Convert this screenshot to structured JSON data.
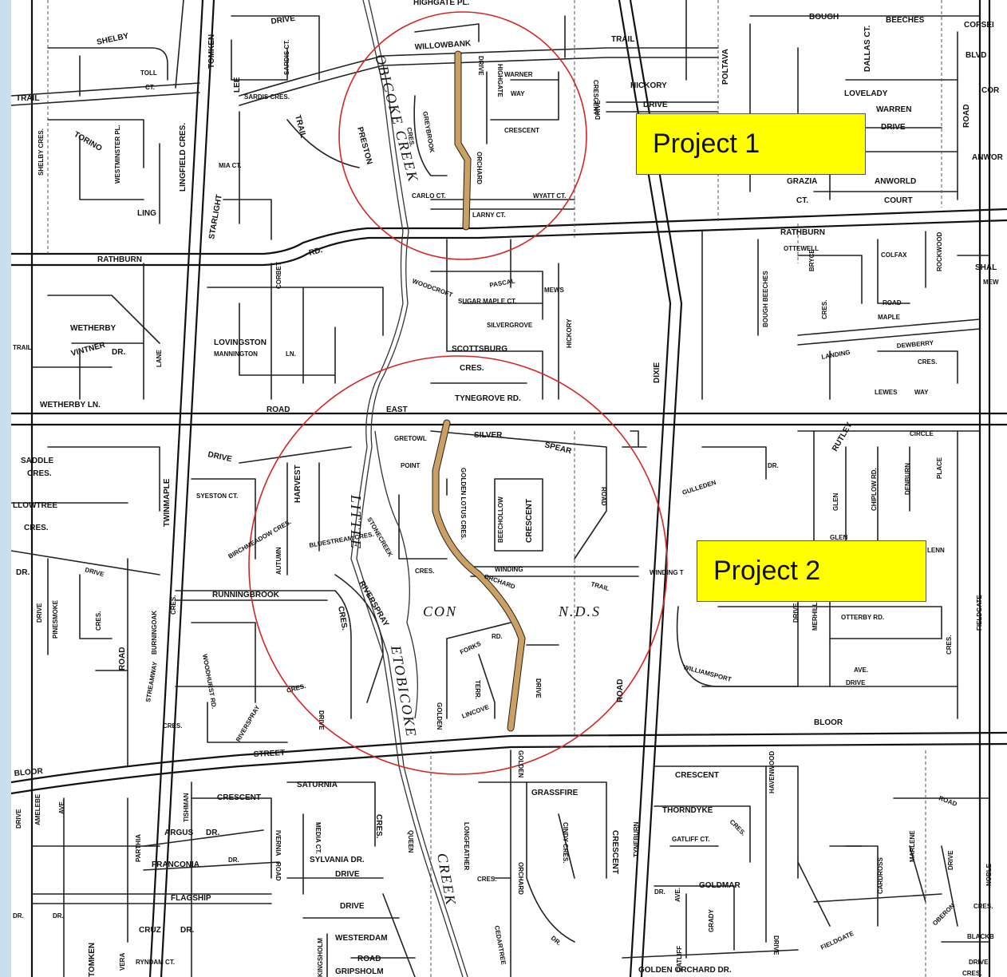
{
  "map": {
    "callouts": {
      "project1": "Project 1",
      "project2": "Project 2"
    },
    "creeks": {
      "little_stonecreek_1": "LITTLE",
      "little_stonecreek_2": "STONECREEK",
      "etobicoke_creek_upper": "OBICOKE CREEK",
      "etobicoke_lower": "ETOBICOKE",
      "creek_lower": "CREEK",
      "con_winds_1": "CON",
      "con_winds_2": "N.D.S"
    },
    "streets": {
      "highgate": "HIGHGATE PL.",
      "willowbank": "WILLOWBANK",
      "trail_top": "TRAIL",
      "drive_top": "DRIVE",
      "hickory": "HICKORY",
      "hickory_drive": "DRIVE",
      "poltava": "POLTAVA",
      "bough": "BOUGH",
      "beeches": "BEECHES",
      "copse": "COPSEI",
      "blvd": "BLVD",
      "dallas": "DALLAS CT.",
      "lovelady": "LOVELADY",
      "warren": "WARREN",
      "warren_drive": "DRIVE",
      "road_right": "ROAD",
      "anworld": "ANWORLD",
      "anworld_court": "COURT",
      "anwor": "ANWOR",
      "grazia": "GRAZIA",
      "grazia_ct": "CT.",
      "cor": "COR",
      "shelby": "SHELBY",
      "toll": "TOLL",
      "toll_ct": "CT.",
      "tomken": "TOMKEN",
      "trail_left": "TRAIL",
      "torino": "TORINO",
      "shelby_cres": "SHELBY CRES.",
      "westminster": "WESTMINSTER PL.",
      "lingfield": "LINGFIELD CRES.",
      "ling": "LING",
      "mia": "MIA CT.",
      "starlight": "STARLIGHT",
      "lee": "LEE",
      "sardis": "SARDIS CRES.",
      "sardis_ct": "SARDIS CT.",
      "preston": "PRESTON",
      "preston_trail": "TRAIL",
      "greybrook": "GREYBROOK",
      "greybrook_cres": "CRES.",
      "highgate_ct": "HIGHGATE",
      "warner": "WARNER",
      "way": "WAY",
      "crescent_p1": "CRESCENT",
      "orchard_p1": "ORCHARD",
      "drive_p1": "DRIVE",
      "carlo": "CARLO CT.",
      "larny": "LARNY CT.",
      "wyatt": "WYATT CT.",
      "rathburn_left": "RATHBURN",
      "rathburn_rd": "RD.",
      "rathburn_right": "RATHBURN",
      "ottewell": "OTTEWELL",
      "bryce": "BRYCE",
      "colfax": "COLFAX",
      "rockwood": "ROCKWOOD",
      "shale": "SHAL",
      "mew": "MEW",
      "maple_road": "ROAD",
      "maple": "MAPLE",
      "dewberry": "DEWBERRY",
      "dewberry_cres": "CRES.",
      "landing": "LANDING",
      "lewes": "LEWES",
      "lewes_way": "WAY",
      "bough_beeches": "BOUGH BEECHES",
      "ottewell_cres": "CRES.",
      "dixie": "DIXIE",
      "hickory_v": "HICKORY",
      "sugar_maple": "SUGAR MAPLE CT.",
      "silvergrove": "SILVERGROVE",
      "scottsburg": "SCOTTSBURG",
      "scottsburg_cres": "CRES.",
      "tynegrove": "TYNEGROVE RD.",
      "pascal": "PASCAL",
      "woodcroft": "WOODCROFT",
      "mews": "MEWS",
      "corbet": "CORBET",
      "lovingston": "LOVINGSTON",
      "mannington": "MANNINGTON",
      "mannington_ln": "LN.",
      "wetherby": "WETHERBY",
      "wetherby_ln": "WETHERBY LN.",
      "vintner": "VINTNER",
      "vintner_dr": "DR.",
      "lane": "LANE",
      "trail_left2": "TRAIL",
      "road_east": "ROAD",
      "east": "EAST",
      "silver": "SILVER",
      "spear": "SPEAR",
      "road_spear": "ROAD",
      "gulleden": "GULLEDEN",
      "gulleden_dr": "DR.",
      "rutley": "RUTLEY",
      "circle": "CIRCLE",
      "chiplow": "CHIPLOW RD.",
      "denburn": "DENBURN",
      "place": "PLACE",
      "glen": "GLEN",
      "glenn": "LENN",
      "fieldgate": "FIELDGATE",
      "saddle": "SADDLE",
      "saddle_cres": "CRES.",
      "willowtree": "LLOWTREE",
      "willowtree_cres": "CRES.",
      "twinmaple": "TWINMAPLE",
      "drive_harvest": "DRIVE",
      "harvest": "HARVEST",
      "syeston": "SYESTON CT.",
      "bluestream": "BLUESTREAM CRES.",
      "birchmeadow": "BIRCHMEADOW CRES.",
      "autumn": "AUTUMN",
      "gretowl": "GRETOWL",
      "point": "POINT",
      "golden_lotus": "GOLDEN LOTUS CRES.",
      "beechollow": "BEECHOLLOW",
      "crescent_p2": "CRESCENT",
      "cres_p2": "CRES.",
      "winding": "WINDING",
      "trail_p2": "TRAIL",
      "orchard_p2": "ORCHARD",
      "winding_t": "WINDING T",
      "runningbrook": "RUNNINGBROOK",
      "riverspray": "RIVERSPRAY",
      "riverspray_cres": "CRES.",
      "burningoak": "BURNINGOAK",
      "woodhurst": "WOODHURST RD.",
      "forks": "FORKS",
      "forks_rd": "RD.",
      "golden_p2": "GOLDEN",
      "drive_p2": "DRIVE",
      "lincove": "LINCOVE",
      "terr": "TERR.",
      "road_dixie": "ROAD",
      "otterby": "OTTERBY RD.",
      "ave": "AVE.",
      "drive_ave": "DRIVE",
      "williamsport": "WILLIAMSPORT",
      "merhill": "MERHILL",
      "dr_gl": "DRIVE",
      "cres_right": "CRES.",
      "streamway": "STREAMWAY",
      "streamway_cres": "CRES.",
      "riverspray_dr": "RIVERSPRAY",
      "cres_riverspray2": "CRES.",
      "drive_riv": "DRIVE",
      "street": "STREET",
      "bloor_left": "BLOOR",
      "bloor_right": "BLOOR",
      "road_left": "ROAD",
      "drive_left": "DRIVE",
      "pinesmoke": "PINESMOKE",
      "cres_left": "CRES.",
      "amelebe": "AMELEBE",
      "ave_left": "AVE.",
      "tishman": "TISHMAN",
      "crescent_bot": "CRESCENT",
      "saturnia": "SATURNIA",
      "ivernia": "IVERNIA",
      "argus": "ARGUS",
      "argus_dr": "DR.",
      "parthia": "PARTHIA",
      "franconia": "FRANCONIA",
      "franconia_dr": "DR.",
      "sylvania": "SYLVANIA DR.",
      "sylvania_drive": "DRIVE",
      "road_bot": "ROAD",
      "media": "MEDIA CT.",
      "cres_bot": "CRES.",
      "flagship": "FLAGSHIP",
      "flagship_drive": "DRIVE",
      "cruz": "CRUZ",
      "cruz_dr": "DR.",
      "tomken_bot": "TOMKEN",
      "vera": "VERA",
      "ryndam": "RYNDAM CT.",
      "dp": "DR.",
      "kingsholm": "KINGSHOLM",
      "westerdam": "WESTERDAM",
      "westerdam_road": "ROAD",
      "gripsholm": "GRIPSHOLM",
      "queen": "QUEEN",
      "grassfire": "GRASSFIRE",
      "golden_bot": "GOLDEN",
      "cindy": "CINDY CRES.",
      "longfeather": "LONGFEATHER",
      "orchard_bot": "ORCHARD",
      "crescent_bot2": "CRESCENT",
      "cres_bot2": "CRES.",
      "dr_bot": "DR.",
      "cedartree": "CEDARTREE",
      "crescent_br": "CRESCENT",
      "havenwood": "HAVENWOOD",
      "thorndyke": "THORNDYKE",
      "thorndyke_cres": "CRES.",
      "tyneburn": "TYNEBURN",
      "gatliff_ct": "GATLIFF CT.",
      "gatliff": "GATLIFF",
      "ave_b": "AVE.",
      "goldmar": "GOLDMAR",
      "dr_g": "DR.",
      "grady": "GRADY",
      "drive_br": "DRIVE",
      "golden_orchard": "GOLDEN ORCHARD DR.",
      "fieldgate_b": "FIELDGATE",
      "cardross": "CARDROSS",
      "marlene": "MARLENE",
      "road_br": "ROAD",
      "drive_br2": "DRIVE",
      "noble": "NOBLE",
      "oberon": "OBERON",
      "cres_br": "CRES.",
      "blackb": "BLACKB",
      "drive_br3": "DRIVE",
      "cres_br3": "CRES."
    }
  }
}
